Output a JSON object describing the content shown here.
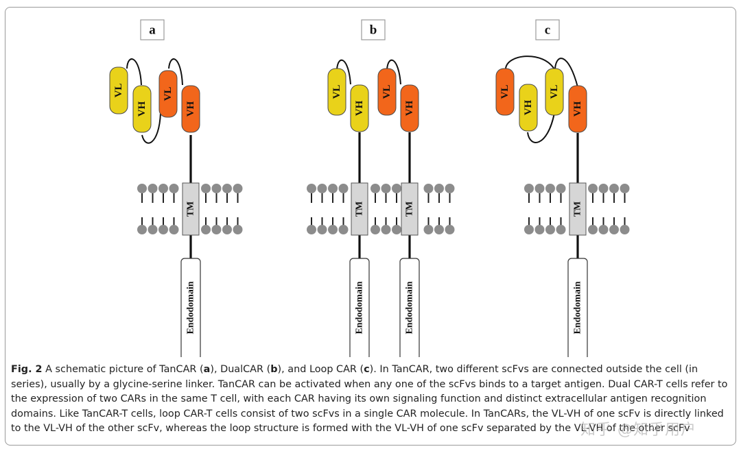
{
  "panels": [
    {
      "label": "a"
    },
    {
      "label": "b"
    },
    {
      "label": "c"
    }
  ],
  "domain_labels": {
    "vl": "VL",
    "vh": "VH",
    "tm": "TM",
    "endodomain": "Endodomain"
  },
  "colors": {
    "yellow": "#e9d21a",
    "orange": "#f2661b",
    "tm_fill": "#d6d6d6",
    "lipid_head": "#8c8c8c",
    "border": "#9a9a9a"
  },
  "caption": {
    "label": "Fig. 2",
    "p1": "  A schematic picture of TanCAR (",
    "b1": "a",
    "p2": "), DualCAR (",
    "b2": "b",
    "p3": "), and Loop CAR (",
    "b3": "c",
    "p4": "). In TanCAR, two different scFvs are connected outside the cell (in series), usually by a glycine-serine linker. TanCAR can be activated when any one of the scFvs binds to a target antigen. Dual CAR-T cells refer to the expression of two CARs in the same T cell, with each CAR having its own signaling function and distinct extracellular antigen recognition domains. Like TanCAR-T cells, loop CAR-T cells consist of two scFvs in a single CAR molecule. In TanCARs, the VL-VH of one scFv is directly linked to the VL-VH of the other scFv, whereas the loop structure is formed with the VL-VH of one scFv separated by the VL-VH of the other scFv"
  },
  "watermark": "知乎 @知乎用户"
}
